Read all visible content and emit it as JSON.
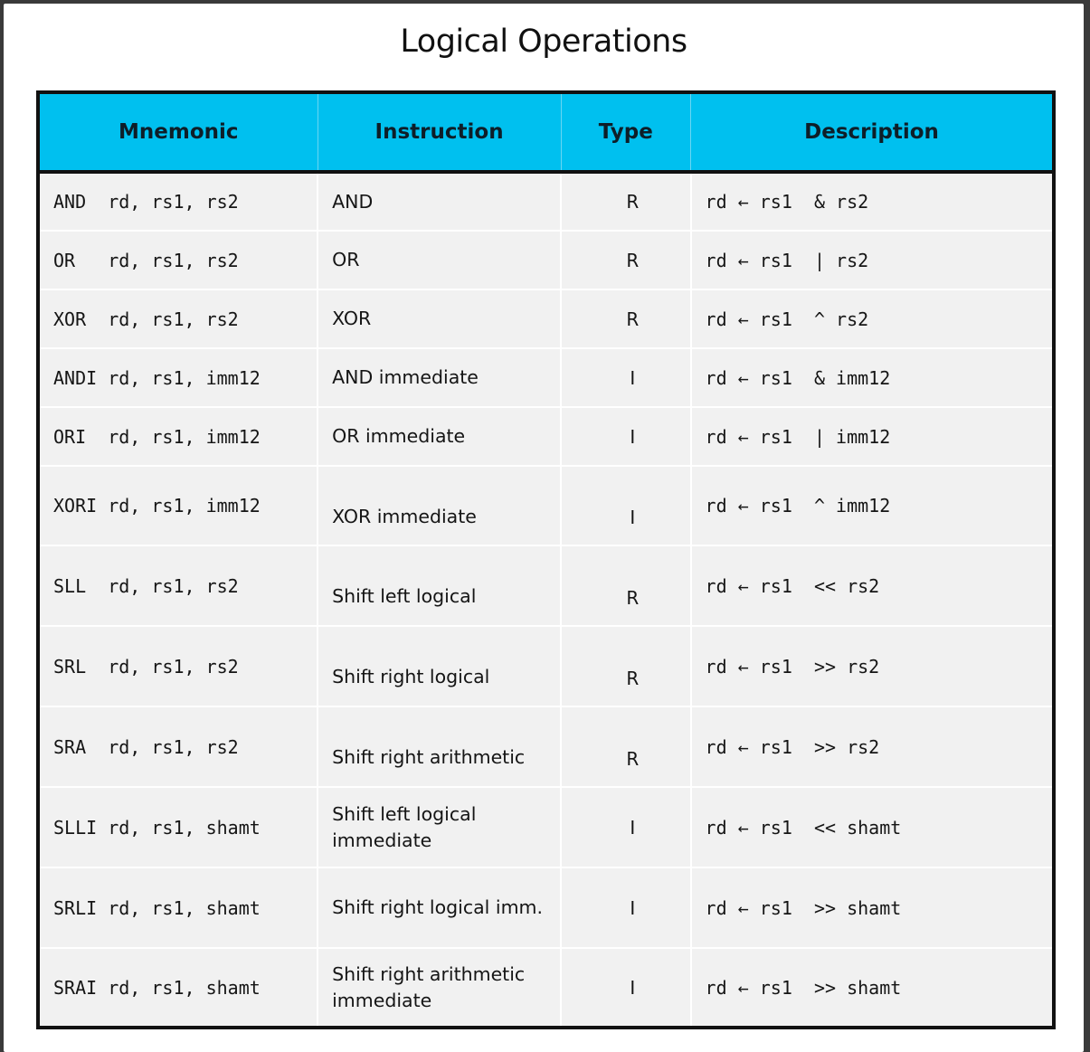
{
  "title": "Logical Operations",
  "headers": {
    "mnemonic": "Mnemonic",
    "instruction": "Instruction",
    "type": "Type",
    "description": "Description"
  },
  "rows": [
    {
      "mnemonic": "AND  rd, rs1, rs2",
      "instruction": "AND",
      "type": "R",
      "description": "rd ← rs1  & rs2"
    },
    {
      "mnemonic": "OR   rd, rs1, rs2",
      "instruction": "OR",
      "type": "R",
      "description": "rd ← rs1  | rs2"
    },
    {
      "mnemonic": "XOR  rd, rs1, rs2",
      "instruction": "XOR",
      "type": "R",
      "description": "rd ← rs1  ^ rs2"
    },
    {
      "mnemonic": "ANDI rd, rs1, imm12",
      "instruction": "AND immediate",
      "type": "I",
      "description": "rd ← rs1  & imm12"
    },
    {
      "mnemonic": "ORI  rd, rs1, imm12",
      "instruction": "OR immediate",
      "type": "I",
      "description": "rd ← rs1  | imm12"
    },
    {
      "mnemonic": "XORI rd, rs1, imm12",
      "instruction": "XOR immediate",
      "type": "I",
      "description": "rd ← rs1  ^ imm12"
    },
    {
      "mnemonic": "SLL  rd, rs1, rs2",
      "instruction": "Shift left logical",
      "type": "R",
      "description": "rd ← rs1  << rs2"
    },
    {
      "mnemonic": "SRL  rd, rs1, rs2",
      "instruction": "Shift right logical",
      "type": "R",
      "description": "rd ← rs1  >> rs2"
    },
    {
      "mnemonic": "SRA  rd, rs1, rs2",
      "instruction": "Shift right arithmetic",
      "type": "R",
      "description": "rd ← rs1  >> rs2"
    },
    {
      "mnemonic": "SLLI rd, rs1, shamt",
      "instruction": "Shift left logical immediate",
      "type": "I",
      "description": "rd ← rs1  << shamt"
    },
    {
      "mnemonic": "SRLI rd, rs1, shamt",
      "instruction": "Shift right logical imm.",
      "type": "I",
      "description": "rd ← rs1  >> shamt"
    },
    {
      "mnemonic": "SRAI rd, rs1, shamt",
      "instruction": "Shift right arithmetic immediate",
      "type": "I",
      "description": "rd ← rs1  >> shamt"
    }
  ]
}
